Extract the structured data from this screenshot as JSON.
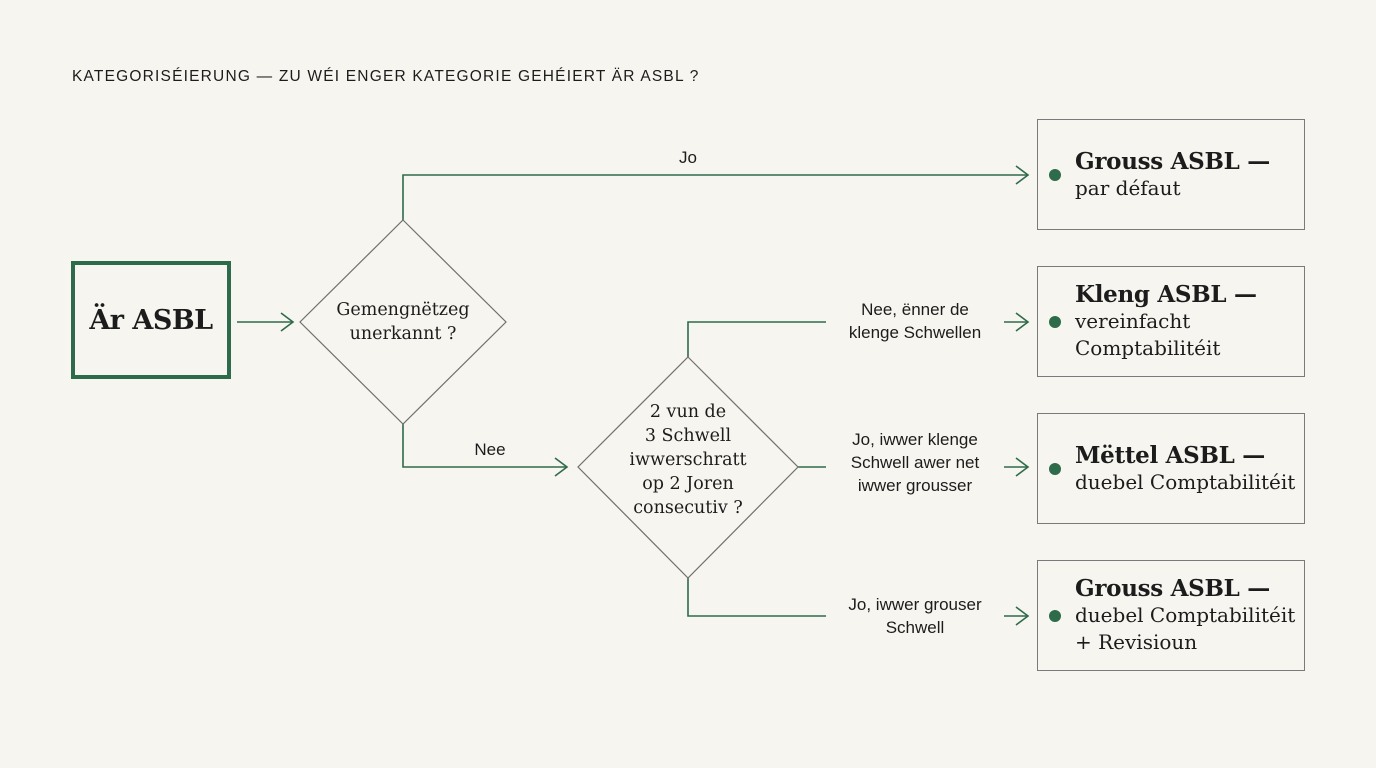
{
  "heading": "KATEGORISÉIERUNG — ZU WÉI ENGER KATEGORIE GEHÉIERT ÄR ASBL ?",
  "colors": {
    "accent": "#2e6b4a",
    "background": "#f7f5ef",
    "box_border": "#7a7a7a"
  },
  "nodes": {
    "start": "Är ASBL",
    "decision1": {
      "line1": "Gemengnëtzeg",
      "line2": "unerkannt ?"
    },
    "decision2": {
      "line1": "2 vun de",
      "line2": "3 Schwell",
      "line3": "iwwerschratt",
      "line4": "op 2 Joren",
      "line5": "consecutiv ?"
    }
  },
  "edges": {
    "yes1": "Jo",
    "no1": "Nee",
    "below_small": {
      "line1": "Nee, ënner de",
      "line2": "klenge Schwellen"
    },
    "above_small": {
      "line1": "Jo, iwwer klenge",
      "line2": "Schwell awer net",
      "line3": "iwwer grousser"
    },
    "above_large": {
      "line1": "Jo, iwwer grouser",
      "line2": "Schwell"
    }
  },
  "results": [
    {
      "title": "Grouss ASBL —",
      "line1": "par défaut",
      "line2": ""
    },
    {
      "title": "Kleng ASBL —",
      "line1": "vereinfacht",
      "line2": "Comptabilitéit"
    },
    {
      "title": "Mëttel ASBL —",
      "line1": "duebel Comptabilitéit",
      "line2": ""
    },
    {
      "title": "Grouss ASBL —",
      "line1": "duebel Comptabilitéit",
      "line2": "+ Revisioun"
    }
  ]
}
